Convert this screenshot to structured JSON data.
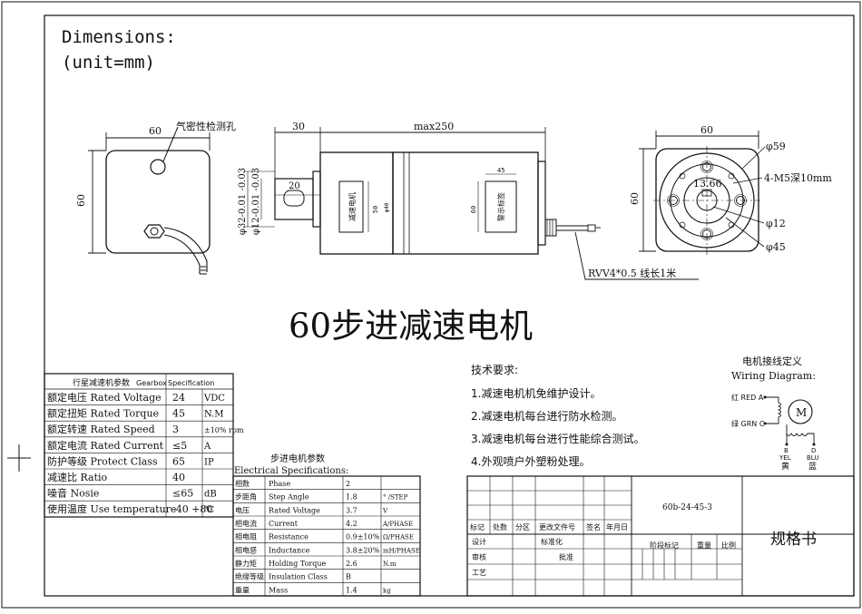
{
  "header": {
    "dimensions_line1": "Dimensions:",
    "dimensions_line2": "(unit=mm)"
  },
  "left_view": {
    "width_dim": "60",
    "height_dim": "60",
    "hole_label": "气密性检测孔"
  },
  "side_view": {
    "dim_30": "30",
    "dim_max250": "max250",
    "dim_20": "20",
    "dim_shaft_32": "φ32-0.01 -0.03",
    "dim_shaft_12": "φ12-0.01 -0.03",
    "label_reducer": "减速电机",
    "label_dim_50": "50",
    "label_phi40": "φ40",
    "label_dim_45": "45",
    "label_dim_60": "60",
    "label_nameplate": "警示标签",
    "cable_label": "RVV4*0.5  线长1米"
  },
  "end_view": {
    "width_dim": "60",
    "height_dim": "60",
    "phi59": "φ59",
    "holes": "4-M5深10mm",
    "pcd": "13.66",
    "phi12": "φ12",
    "phi45": "φ45"
  },
  "title": "60步进减速电机",
  "gearbox_table": {
    "title_cn": "行星减速机参数",
    "title_en": "Gearbox",
    "title_spec": "Specification",
    "rows": [
      {
        "label": "额定电压 Rated Voltage",
        "value": "24",
        "unit": "VDC"
      },
      {
        "label": "额定扭矩 Rated Torque",
        "value": "45",
        "unit": "N.M"
      },
      {
        "label": "额定转速 Rated Speed",
        "value": "3",
        "unit": "±10% rpm"
      },
      {
        "label": "额定电流 Rated Current",
        "value": "≤5",
        "unit": "A"
      },
      {
        "label": "防护等级 Protect Class",
        "value": "65",
        "unit": "IP"
      },
      {
        "label": "减速比  Ratio",
        "value": "40",
        "unit": ""
      },
      {
        "label": "噪音 Nosie",
        "value": "≤65",
        "unit": "dB"
      },
      {
        "label": "使用温度 Use temperature",
        "value": "-40 +80",
        "unit": "℃"
      }
    ]
  },
  "electrical_table": {
    "title_cn": "步进电机参数",
    "title_en": "Electrical Specifications:",
    "rows": [
      {
        "cn": "相数",
        "en": "Phase",
        "value": "2",
        "unit": ""
      },
      {
        "cn": "步距角",
        "en": "Step Angle",
        "value": "1.8",
        "unit": "° /STEP"
      },
      {
        "cn": "电压",
        "en": "Rated Voltage",
        "value": "3.7",
        "unit": "V"
      },
      {
        "cn": "相电流",
        "en": "Current",
        "value": "4.2",
        "unit": "A/PHASE"
      },
      {
        "cn": "相电阻",
        "en": "Resistance",
        "value": "0.9±10%",
        "unit": "Ω/PHASE"
      },
      {
        "cn": "相电感",
        "en": "Inductance",
        "value": "3.8±20%",
        "unit": "mH/PHASE"
      },
      {
        "cn": "静力矩",
        "en": "Holding Torque",
        "value": "2.6",
        "unit": "N.m"
      },
      {
        "cn": "绝缘等级",
        "en": "Insulation Class",
        "value": "B",
        "unit": ""
      },
      {
        "cn": "重量",
        "en": "Mass",
        "value": "1.4",
        "unit": "kg"
      }
    ]
  },
  "tech_requirements": {
    "heading": "技术要求:",
    "items": [
      "1.减速电机机免维护设计。",
      "2.减速电机每台进行防水检测。",
      "3.减速电机每台进行性能综合测试。",
      "4.外观喷户外塑粉处理。"
    ]
  },
  "wiring": {
    "title_cn": "电机接线定义",
    "title_en": "Wiring Diagram:",
    "motor": "M",
    "red": "红 RED A",
    "grn": "绿 GRN C",
    "yel_a": "B",
    "yel_b": "YEL",
    "yel_c": "黄",
    "blu_a": "D",
    "blu_b": "BLU",
    "blu_c": "蓝"
  },
  "title_block": {
    "drawing_no": "60b-24-45-3",
    "doc_name": "规格书",
    "labels": {
      "biaoji": "标记",
      "chushu": "处数",
      "fenqu": "分区",
      "genggai": "更改文件号",
      "qianming": "签名",
      "nianyueri": "年月日",
      "sheji": "设计",
      "biaozhunhua": "标准化",
      "shenhe": "审核",
      "pizhun": "批准",
      "gongyi": "工艺",
      "jieduan": "阶段标记",
      "zhongliang": "重量",
      "bili": "比例"
    }
  }
}
